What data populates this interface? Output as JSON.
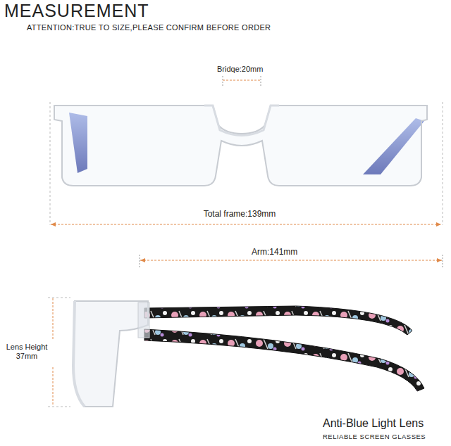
{
  "diagram": {
    "title": "MEASUREMENT",
    "labels": [
      "ATTENTION:TRUE TO SIZE,PLEASE CONFIRM BEFORE ORDER",
      "Bridqe:20mm",
      "Total frame:139mm",
      "Arm:141mm",
      "Lens Height 37mm",
      "Anti-Blue Light Lens",
      "RELIABLE SCREEN GLASSES"
    ]
  }
}
